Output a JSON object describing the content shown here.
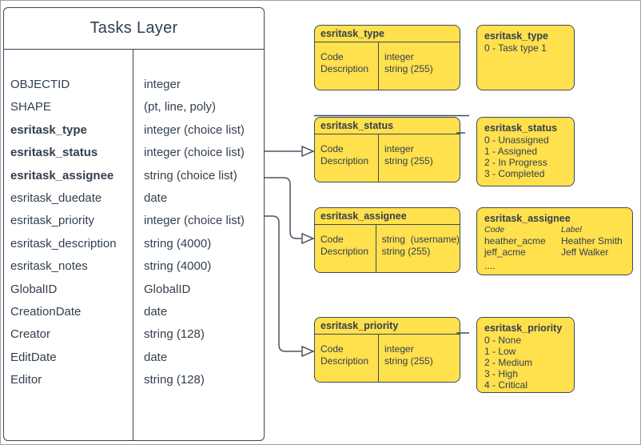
{
  "colors": {
    "box_fill": "#ffe04d",
    "line": "#3e4a56",
    "text": "#33404e"
  },
  "tasks_layer": {
    "title": "Tasks Layer",
    "fields": [
      {
        "name": "OBJECTID",
        "type": "integer"
      },
      {
        "name": "SHAPE",
        "type": "(pt, line, poly)"
      },
      {
        "name": "esritask_type",
        "type": "integer (choice list)"
      },
      {
        "name": "esritask_status",
        "type": "integer (choice list)"
      },
      {
        "name": "esritask_assignee",
        "type": "string (choice list)"
      },
      {
        "name": "esritask_duedate",
        "type": "date"
      },
      {
        "name": "esritask_priority",
        "type": "integer (choice list)"
      },
      {
        "name": "esritask_description",
        "type": "string (4000)"
      },
      {
        "name": "esritask_notes",
        "type": "string (4000)"
      },
      {
        "name": "GlobalID",
        "type": "GlobalID"
      },
      {
        "name": "CreationDate",
        "type": "date"
      },
      {
        "name": "Creator",
        "type": "string (128)"
      },
      {
        "name": "EditDate",
        "type": "date"
      },
      {
        "name": "Editor",
        "type": "string (128)"
      }
    ]
  },
  "domain_tables": [
    {
      "title": "esritask_type",
      "rows": [
        {
          "field": "Code",
          "type": "integer"
        },
        {
          "field": "Description",
          "type": "string (255)"
        }
      ]
    },
    {
      "title": "esritask_status",
      "rows": [
        {
          "field": "Code",
          "type": "integer"
        },
        {
          "field": "Description",
          "type": "string (255)"
        }
      ]
    },
    {
      "title": "esritask_assignee",
      "rows": [
        {
          "field": "Code",
          "type": "string  (username)"
        },
        {
          "field": "Description",
          "type": "string (255)"
        }
      ]
    },
    {
      "title": "esritask_priority",
      "rows": [
        {
          "field": "Code",
          "type": "integer"
        },
        {
          "field": "Description",
          "type": "string (255)"
        }
      ]
    }
  ],
  "value_lists": {
    "type": {
      "title": "esritask_type",
      "items": [
        "0 - Task type 1"
      ]
    },
    "status": {
      "title": "esritask_status",
      "items": [
        "0 - Unassigned",
        "1 - Assigned",
        "2 - In Progress",
        "3 - Completed"
      ]
    },
    "priority": {
      "title": "esritask_priority",
      "items": [
        "0 - None",
        "1 - Low",
        "2 - Medium",
        "3 - High",
        "4 - Critical"
      ]
    },
    "assignee": {
      "title": "esritask_assignee",
      "columns": {
        "code": "Code",
        "label": "Label"
      },
      "rows": [
        {
          "code": "heather_acme",
          "label": "Heather Smith"
        },
        {
          "code": "jeff_acme",
          "label": "Jeff Walker"
        }
      ],
      "more": "...."
    }
  }
}
